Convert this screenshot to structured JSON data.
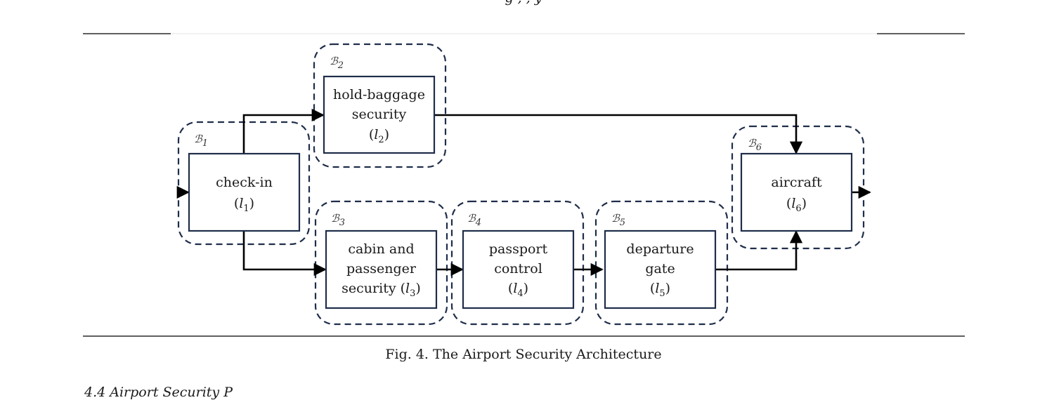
{
  "header_fragment": "g , , y",
  "caption": "Fig. 4. The Airport Security Architecture",
  "footer_fragment": "4.4 Airport Security P",
  "groups": [
    {
      "id": "B1",
      "letter": "ℬ",
      "index": "1"
    },
    {
      "id": "B2",
      "letter": "ℬ",
      "index": "2"
    },
    {
      "id": "B3",
      "letter": "ℬ",
      "index": "3"
    },
    {
      "id": "B4",
      "letter": "ℬ",
      "index": "4"
    },
    {
      "id": "B5",
      "letter": "ℬ",
      "index": "5"
    },
    {
      "id": "B6",
      "letter": "ℬ",
      "index": "6"
    }
  ],
  "nodes": [
    {
      "id": "l1",
      "lines": [
        "check-in"
      ],
      "var": "l",
      "index": "1"
    },
    {
      "id": "l2",
      "lines": [
        "hold-baggage",
        "security"
      ],
      "var": "l",
      "index": "2"
    },
    {
      "id": "l3",
      "lines": [
        "cabin and",
        "passenger"
      ],
      "tail": "security (",
      "var": "l",
      "index": "3"
    },
    {
      "id": "l4",
      "lines": [
        "passport",
        "control"
      ],
      "var": "l",
      "index": "4"
    },
    {
      "id": "l5",
      "lines": [
        "departure",
        "gate"
      ],
      "var": "l",
      "index": "5"
    },
    {
      "id": "l6",
      "lines": [
        "aircraft"
      ],
      "var": "l",
      "index": "6"
    }
  ],
  "edges": [
    {
      "from": "entry",
      "to": "l1"
    },
    {
      "from": "l1",
      "to": "l2"
    },
    {
      "from": "l1",
      "to": "l3"
    },
    {
      "from": "l3",
      "to": "l4"
    },
    {
      "from": "l4",
      "to": "l5"
    },
    {
      "from": "l2",
      "to": "l6"
    },
    {
      "from": "l5",
      "to": "l6"
    },
    {
      "from": "l6",
      "to": "exit"
    }
  ],
  "colors": {
    "box": "#1f2d4a",
    "group": "#1f2d4a",
    "edge": "#000000"
  }
}
